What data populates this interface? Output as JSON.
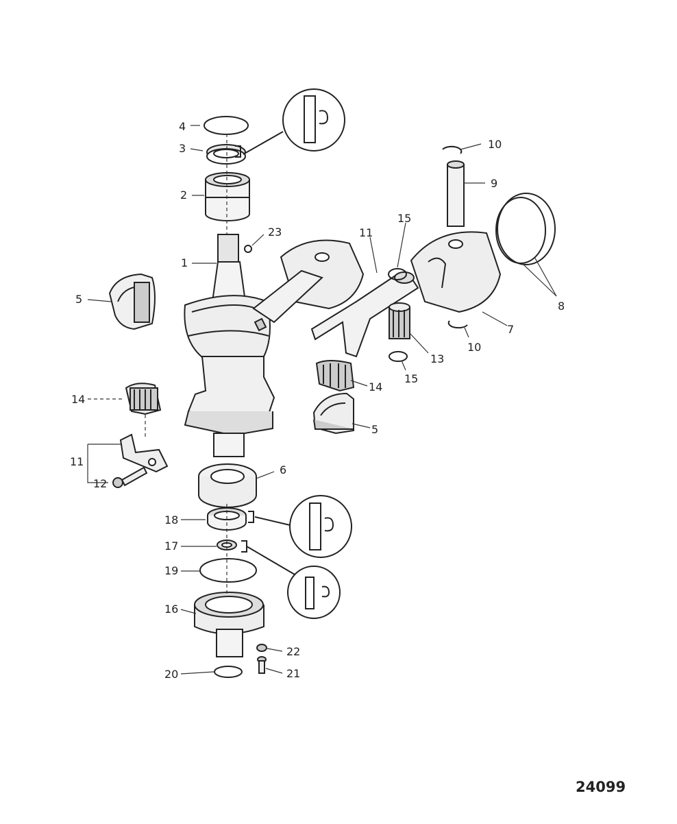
{
  "figure_number": "24099",
  "callouts": [
    {
      "id": "c4",
      "text": "4"
    },
    {
      "id": "c3",
      "text": "3"
    },
    {
      "id": "c2",
      "text": "2"
    },
    {
      "id": "c23",
      "text": "23"
    },
    {
      "id": "c1",
      "text": "1"
    },
    {
      "id": "c5a",
      "text": "5"
    },
    {
      "id": "c14a",
      "text": "14"
    },
    {
      "id": "c11a",
      "text": "11"
    },
    {
      "id": "c12",
      "text": "12"
    },
    {
      "id": "c6",
      "text": "6"
    },
    {
      "id": "c18",
      "text": "18"
    },
    {
      "id": "c17",
      "text": "17"
    },
    {
      "id": "c19",
      "text": "19"
    },
    {
      "id": "c16",
      "text": "16"
    },
    {
      "id": "c20",
      "text": "20"
    },
    {
      "id": "c22",
      "text": "22"
    },
    {
      "id": "c21",
      "text": "21"
    },
    {
      "id": "c10a",
      "text": "10"
    },
    {
      "id": "c9",
      "text": "9"
    },
    {
      "id": "c15a",
      "text": "15"
    },
    {
      "id": "c11b",
      "text": "11"
    },
    {
      "id": "c8",
      "text": "8"
    },
    {
      "id": "c7",
      "text": "7"
    },
    {
      "id": "c10b",
      "text": "10"
    },
    {
      "id": "c13",
      "text": "13"
    },
    {
      "id": "c15b",
      "text": "15"
    },
    {
      "id": "c14b",
      "text": "14"
    },
    {
      "id": "c5b",
      "text": "5"
    }
  ]
}
